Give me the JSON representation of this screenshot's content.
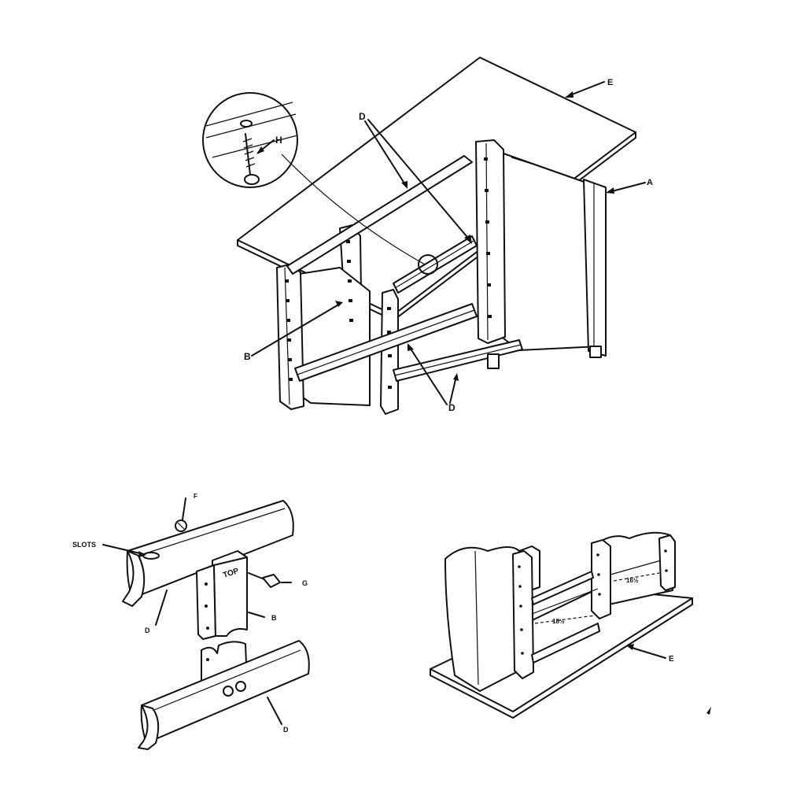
{
  "labels": {
    "main": {
      "e": "E",
      "a": "A",
      "d_top": "D",
      "h": "H",
      "b": "B",
      "d_bottom": "D"
    },
    "detail_left": {
      "f": "F",
      "slots": "SLOTS",
      "g": "G",
      "b": "B",
      "d_upper": "D",
      "d_lower": "D",
      "top": "TOP"
    },
    "detail_right": {
      "dim_depth": "16½",
      "dim_width": "18½",
      "e": "E"
    }
  },
  "colors": {
    "line": "#111111",
    "paper": "#ffffff"
  }
}
